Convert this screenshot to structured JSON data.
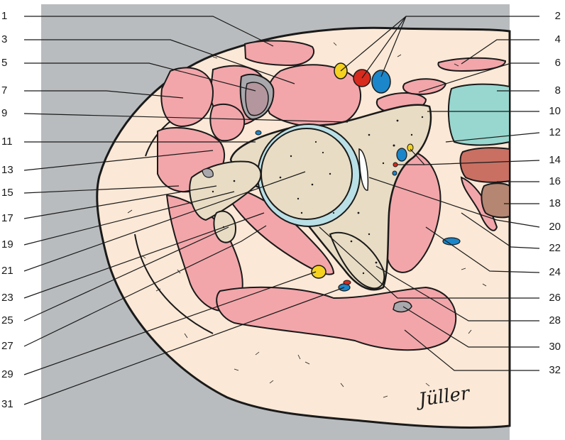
{
  "colors": {
    "panel": "#b9bcbe",
    "skin": "#fbe8d6",
    "muscle": "#f2a6aa",
    "bone": "#e8dcc4",
    "cartilage": "#b9e0e6",
    "artery": "#d92a1e",
    "vein": "#1b86c9",
    "nerve": "#f4d21f",
    "bursa": "#a9a9ad",
    "cyst": "#b3969e",
    "bladder": "#97d7cf",
    "rectum": "#c97063",
    "rectum_dark": "#b58672",
    "outline": "#1a1a1a"
  },
  "labels_left": [
    "1",
    "3",
    "5",
    "7",
    "9",
    "11",
    "13",
    "15",
    "17",
    "19",
    "21",
    "23",
    "25",
    "27",
    "29",
    "31"
  ],
  "labels_right": [
    "2",
    "4",
    "6",
    "8",
    "10",
    "12",
    "14",
    "16",
    "18",
    "20",
    "22",
    "24",
    "26",
    "28",
    "30",
    "32"
  ],
  "signature": "Jüller"
}
